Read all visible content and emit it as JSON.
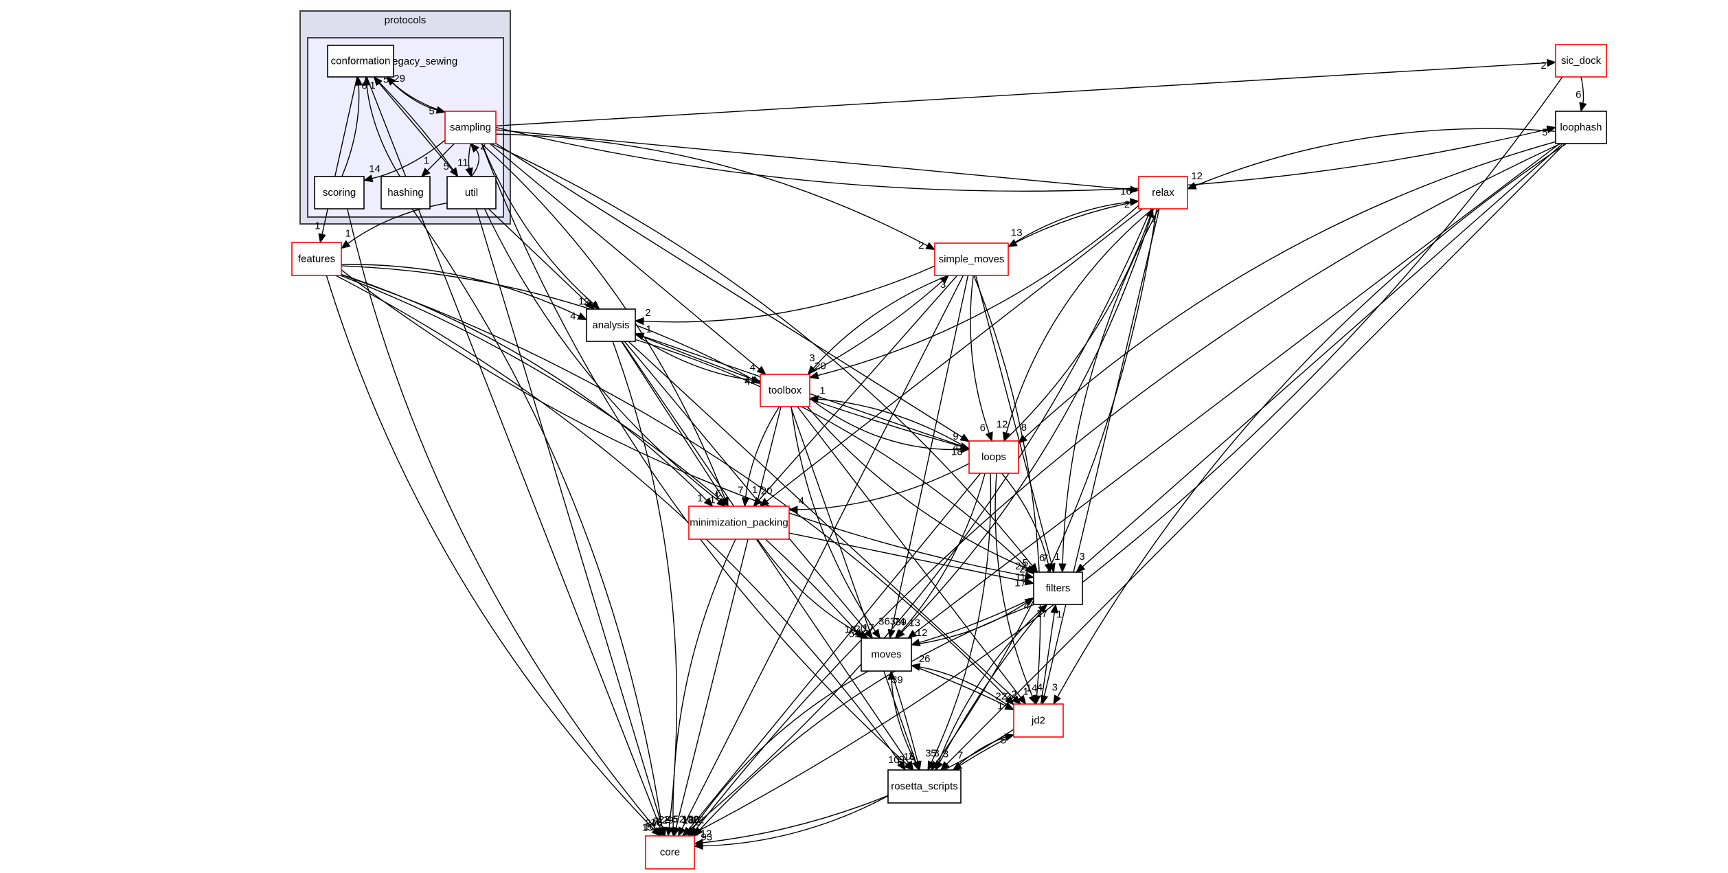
{
  "diagram": {
    "title": "protocols/legacy_sewing directory dependency graph",
    "clusters": [
      {
        "id": "protocols",
        "label": "protocols",
        "style": "outer"
      },
      {
        "id": "legacy_sewing",
        "label": "legacy_sewing",
        "style": "inner"
      }
    ],
    "nodes": [
      {
        "id": "conformation",
        "label": "conformation",
        "border": "#000000",
        "cluster": "legacy_sewing"
      },
      {
        "id": "sampling",
        "label": "sampling",
        "border": "#ff0000",
        "cluster": "legacy_sewing"
      },
      {
        "id": "scoring",
        "label": "scoring",
        "border": "#000000",
        "cluster": "legacy_sewing"
      },
      {
        "id": "hashing",
        "label": "hashing",
        "border": "#000000",
        "cluster": "legacy_sewing"
      },
      {
        "id": "util",
        "label": "util",
        "border": "#000000",
        "cluster": "legacy_sewing"
      },
      {
        "id": "sic_dock",
        "label": "sic_dock",
        "border": "#ff0000"
      },
      {
        "id": "loophash",
        "label": "loophash",
        "border": "#000000"
      },
      {
        "id": "relax",
        "label": "relax",
        "border": "#ff0000"
      },
      {
        "id": "features",
        "label": "features",
        "border": "#ff0000"
      },
      {
        "id": "simple_moves",
        "label": "simple_moves",
        "border": "#ff0000"
      },
      {
        "id": "analysis",
        "label": "analysis",
        "border": "#000000"
      },
      {
        "id": "toolbox",
        "label": "toolbox",
        "border": "#ff0000"
      },
      {
        "id": "loops",
        "label": "loops",
        "border": "#ff0000"
      },
      {
        "id": "minimization_packing",
        "label": "minimization_packing",
        "border": "#ff0000"
      },
      {
        "id": "filters",
        "label": "filters",
        "border": "#000000"
      },
      {
        "id": "moves",
        "label": "moves",
        "border": "#000000"
      },
      {
        "id": "jd2",
        "label": "jd2",
        "border": "#ff0000"
      },
      {
        "id": "rosetta_scripts",
        "label": "rosetta_scripts",
        "border": "#000000"
      },
      {
        "id": "core",
        "label": "core",
        "border": "#ff0000"
      }
    ],
    "edges": [
      {
        "from": "sampling",
        "to": "conformation",
        "label": "29"
      },
      {
        "from": "conformation",
        "to": "sampling",
        "label": "5"
      },
      {
        "from": "scoring",
        "to": "conformation",
        "label": "6"
      },
      {
        "from": "hashing",
        "to": "conformation",
        "label": "1"
      },
      {
        "from": "util",
        "to": "conformation",
        "label": "5"
      },
      {
        "from": "conformation",
        "to": "util",
        "label": "5"
      },
      {
        "from": "sampling",
        "to": "scoring",
        "label": "14"
      },
      {
        "from": "sampling",
        "to": "hashing",
        "label": "1"
      },
      {
        "from": "sampling",
        "to": "util",
        "label": "11"
      },
      {
        "from": "util",
        "to": "sampling",
        "label": "2"
      },
      {
        "from": "sampling",
        "to": "sic_dock",
        "label": "2"
      },
      {
        "from": "sampling",
        "to": "loophash",
        "label": "5"
      },
      {
        "from": "sic_dock",
        "to": "loophash",
        "label": "6"
      },
      {
        "from": "sampling",
        "to": "relax",
        "label": "16"
      },
      {
        "from": "loophash",
        "to": "relax",
        "label": "12"
      },
      {
        "from": "simple_moves",
        "to": "relax",
        "label": "2"
      },
      {
        "from": "relax",
        "to": "simple_moves",
        "label": "13"
      },
      {
        "from": "loops",
        "to": "relax",
        "label": "1"
      },
      {
        "from": "sampling",
        "to": "simple_moves",
        "label": "2"
      },
      {
        "from": "conformation",
        "to": "features",
        "label": "1"
      },
      {
        "from": "util",
        "to": "features",
        "label": "1"
      },
      {
        "from": "features",
        "to": "analysis",
        "label": "4"
      },
      {
        "from": "util",
        "to": "analysis",
        "label": "1"
      },
      {
        "from": "sampling",
        "to": "analysis",
        "label": "2"
      },
      {
        "from": "simple_moves",
        "to": "analysis",
        "label": "2"
      },
      {
        "from": "loops",
        "to": "analysis",
        "label": "1"
      },
      {
        "from": "analysis",
        "to": "toolbox",
        "label": "4"
      },
      {
        "from": "features",
        "to": "toolbox",
        "label": "1"
      },
      {
        "from": "sampling",
        "to": "toolbox",
        "label": "4"
      },
      {
        "from": "simple_moves",
        "to": "toolbox",
        "label": "3"
      },
      {
        "from": "relax",
        "to": "toolbox",
        "label": "20"
      },
      {
        "from": "toolbox",
        "to": "simple_moves",
        "label": "3"
      },
      {
        "from": "loops",
        "to": "toolbox",
        "label": "1"
      },
      {
        "from": "toolbox",
        "to": "loops",
        "label": "18"
      },
      {
        "from": "analysis",
        "to": "loops",
        "label": "4"
      },
      {
        "from": "simple_moves",
        "to": "loops",
        "label": "6"
      },
      {
        "from": "relax",
        "to": "loops",
        "label": "12"
      },
      {
        "from": "sampling",
        "to": "loops",
        "label": "9"
      },
      {
        "from": "loophash",
        "to": "loops",
        "label": "8"
      },
      {
        "from": "features",
        "to": "minimization_packing",
        "label": "1"
      },
      {
        "from": "analysis",
        "to": "minimization_packing",
        "label": "1"
      },
      {
        "from": "util",
        "to": "minimization_packing",
        "label": "1"
      },
      {
        "from": "sampling",
        "to": "minimization_packing",
        "label": "6"
      },
      {
        "from": "simple_moves",
        "to": "minimization_packing",
        "label": "17"
      },
      {
        "from": "toolbox",
        "to": "minimization_packing",
        "label": "7"
      },
      {
        "from": "loops",
        "to": "minimization_packing",
        "label": "4"
      },
      {
        "from": "relax",
        "to": "minimization_packing",
        "label": "20"
      },
      {
        "from": "features",
        "to": "filters",
        "label": "11"
      },
      {
        "from": "analysis",
        "to": "filters",
        "label": "22"
      },
      {
        "from": "minimization_packing",
        "to": "filters",
        "label": "17"
      },
      {
        "from": "toolbox",
        "to": "filters",
        "label": "2"
      },
      {
        "from": "loops",
        "to": "filters",
        "label": "6"
      },
      {
        "from": "simple_moves",
        "to": "filters",
        "label": "7"
      },
      {
        "from": "relax",
        "to": "filters",
        "label": "1"
      },
      {
        "from": "sampling",
        "to": "filters",
        "label": "5"
      },
      {
        "from": "loophash",
        "to": "filters",
        "label": "3"
      },
      {
        "from": "moves",
        "to": "filters",
        "label": "4"
      },
      {
        "from": "rosetta_scripts",
        "to": "filters",
        "label": "17"
      },
      {
        "from": "jd2",
        "to": "filters",
        "label": "1"
      },
      {
        "from": "minimization_packing",
        "to": "moves",
        "label": "51"
      },
      {
        "from": "features",
        "to": "moves",
        "label": "10"
      },
      {
        "from": "analysis",
        "to": "moves",
        "label": "20"
      },
      {
        "from": "toolbox",
        "to": "moves",
        "label": "17"
      },
      {
        "from": "loops",
        "to": "moves",
        "label": "74"
      },
      {
        "from": "simple_moves",
        "to": "moves",
        "label": "363"
      },
      {
        "from": "filters",
        "to": "moves",
        "label": "12"
      },
      {
        "from": "relax",
        "to": "moves",
        "label": "39"
      },
      {
        "from": "loophash",
        "to": "moves",
        "label": "13"
      },
      {
        "from": "jd2",
        "to": "moves",
        "label": "26"
      },
      {
        "from": "rosetta_scripts",
        "to": "moves",
        "label": "39"
      },
      {
        "from": "toolbox",
        "to": "jd2",
        "label": "2"
      },
      {
        "from": "moves",
        "to": "jd2",
        "label": "1"
      },
      {
        "from": "features",
        "to": "jd2",
        "label": "22"
      },
      {
        "from": "analysis",
        "to": "jd2",
        "label": "2"
      },
      {
        "from": "loops",
        "to": "jd2",
        "label": "1"
      },
      {
        "from": "simple_moves",
        "to": "jd2",
        "label": "14"
      },
      {
        "from": "relax",
        "to": "jd2",
        "label": "4"
      },
      {
        "from": "loophash",
        "to": "jd2",
        "label": "3"
      },
      {
        "from": "rosetta_scripts",
        "to": "jd2",
        "label": "5"
      },
      {
        "from": "toolbox",
        "to": "rosetta_scripts",
        "label": "16"
      },
      {
        "from": "moves",
        "to": "rosetta_scripts",
        "label": "2"
      },
      {
        "from": "loops",
        "to": "rosetta_scripts",
        "label": "3"
      },
      {
        "from": "filters",
        "to": "rosetta_scripts",
        "label": "3"
      },
      {
        "from": "jd2",
        "to": "rosetta_scripts",
        "label": "7"
      },
      {
        "from": "features",
        "to": "rosetta_scripts",
        "label": "10"
      },
      {
        "from": "analysis",
        "to": "rosetta_scripts",
        "label": "9"
      },
      {
        "from": "sampling",
        "to": "rosetta_scripts",
        "label": "6"
      },
      {
        "from": "relax",
        "to": "rosetta_scripts",
        "label": "5"
      },
      {
        "from": "loophash",
        "to": "rosetta_scripts",
        "label": "3"
      },
      {
        "from": "moves",
        "to": "core",
        "label": "120"
      },
      {
        "from": "rosetta_scripts",
        "to": "core",
        "label": "93"
      },
      {
        "from": "conformation",
        "to": "core",
        "label": "246"
      },
      {
        "from": "scoring",
        "to": "core",
        "label": "10"
      },
      {
        "from": "hashing",
        "to": "core",
        "label": "7"
      },
      {
        "from": "util",
        "to": "core",
        "label": "16"
      },
      {
        "from": "features",
        "to": "core",
        "label": "15"
      },
      {
        "from": "analysis",
        "to": "core",
        "label": "22"
      },
      {
        "from": "toolbox",
        "to": "core",
        "label": "46"
      },
      {
        "from": "minimization_packing",
        "to": "core",
        "label": "29"
      },
      {
        "from": "jd2",
        "to": "core",
        "label": "12"
      },
      {
        "from": "loops",
        "to": "core",
        "label": "10"
      },
      {
        "from": "filters",
        "to": "core",
        "label": "22"
      },
      {
        "from": "relax",
        "to": "core",
        "label": "18"
      },
      {
        "from": "simple_moves",
        "to": "core",
        "label": "52"
      },
      {
        "from": "loophash",
        "to": "core",
        "label": "30"
      },
      {
        "from": "sic_dock",
        "to": "core",
        "label": "2"
      }
    ]
  }
}
